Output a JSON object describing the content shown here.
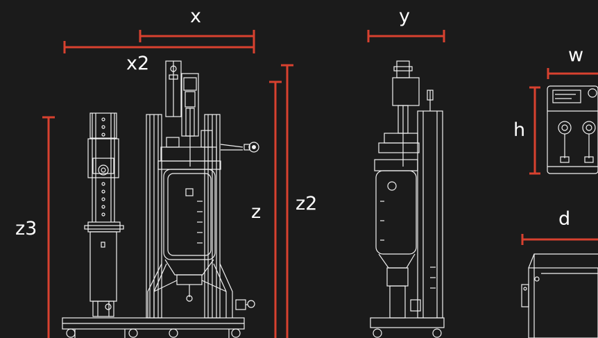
{
  "colors": {
    "background": "#1b1b1b",
    "dimension_line": "#d8412f",
    "equipment_line": "#f2f2f2",
    "label": "#ffffff"
  },
  "labels": {
    "x": "x",
    "x2": "x2",
    "y": "y",
    "w": "w",
    "h": "h",
    "d": "d",
    "z": "z",
    "z2": "z2",
    "z3": "z3"
  }
}
